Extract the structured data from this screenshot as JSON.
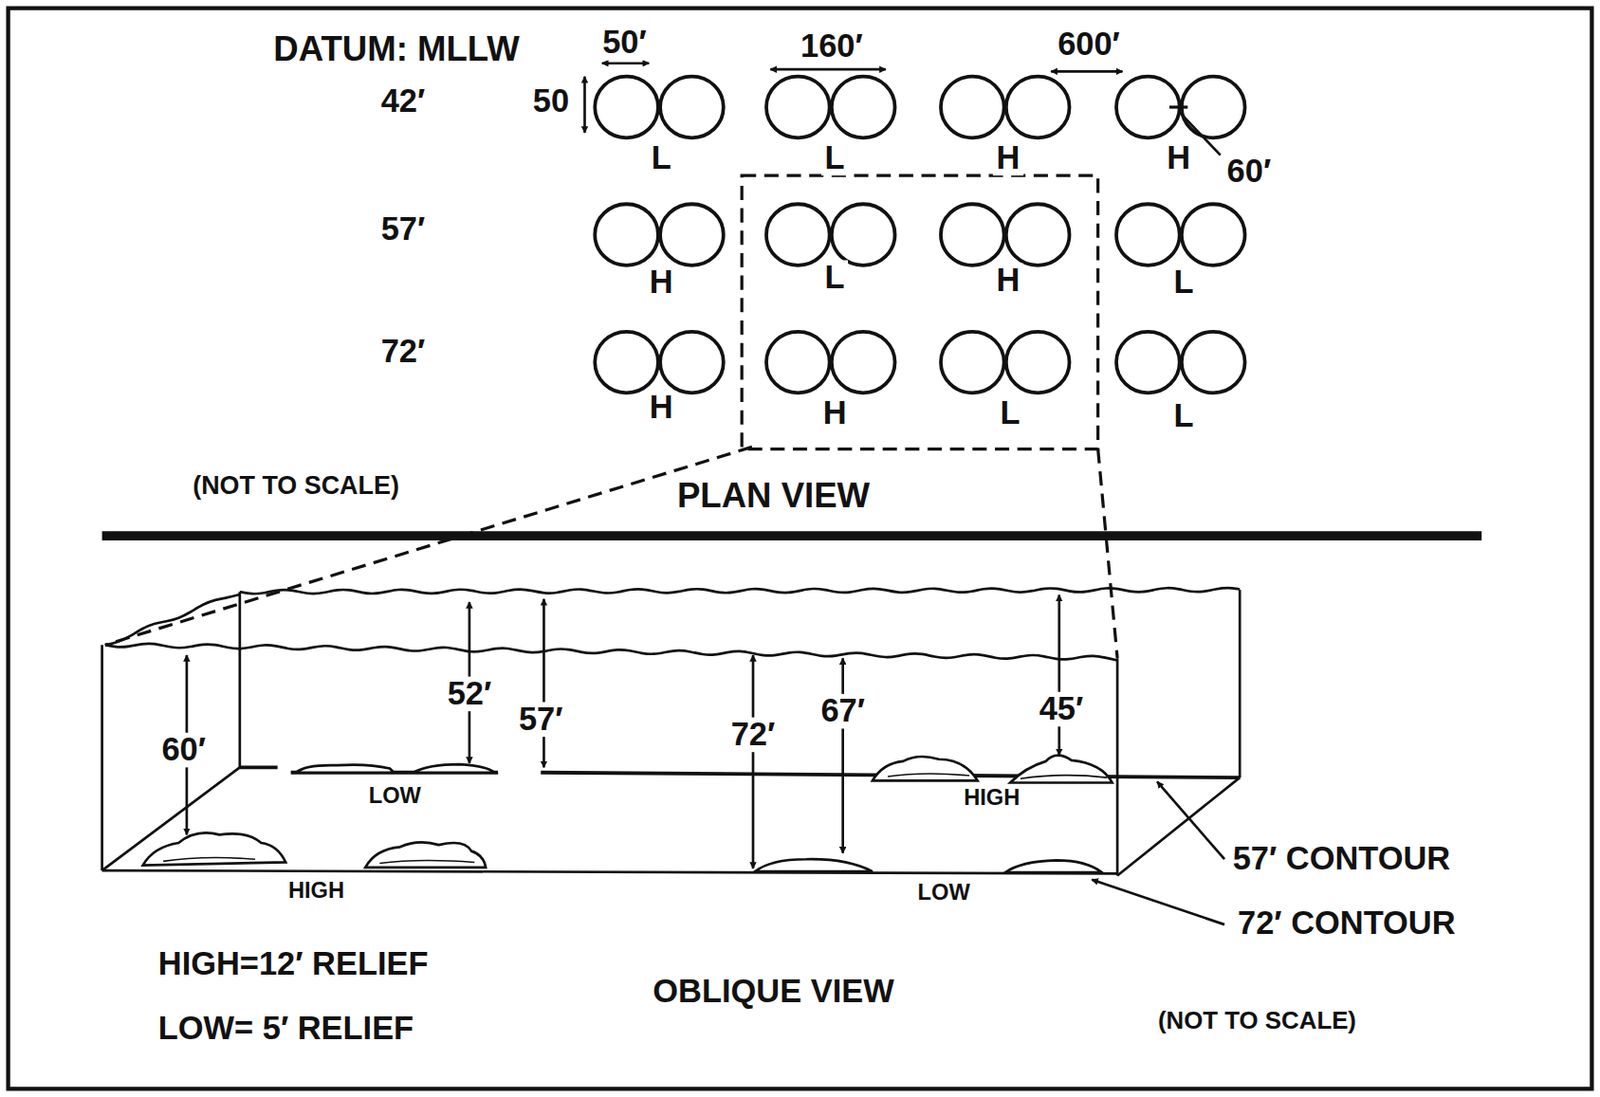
{
  "diagram": {
    "labels": [
      "DATUM: MLLW",
      "50′",
      "160′",
      "600′",
      "42′",
      "50",
      "L",
      "L",
      "H",
      "H",
      "60′",
      "57′",
      "H",
      "L",
      "H",
      "L",
      "72′",
      "H",
      "H",
      "L",
      "L",
      "(NOT TO SCALE)",
      "PLAN VIEW",
      "60′",
      "52′",
      "57′",
      "72′",
      "67′",
      "45′",
      "LOW",
      "HIGH",
      "HIGH",
      "LOW",
      "57′ CONTOUR",
      "72′ CONTOUR",
      "HIGH=12′ RELIEF",
      "LOW= 5′ RELIEF",
      "OBLIQUE VIEW",
      "(NOT TO SCALE)"
    ]
  }
}
